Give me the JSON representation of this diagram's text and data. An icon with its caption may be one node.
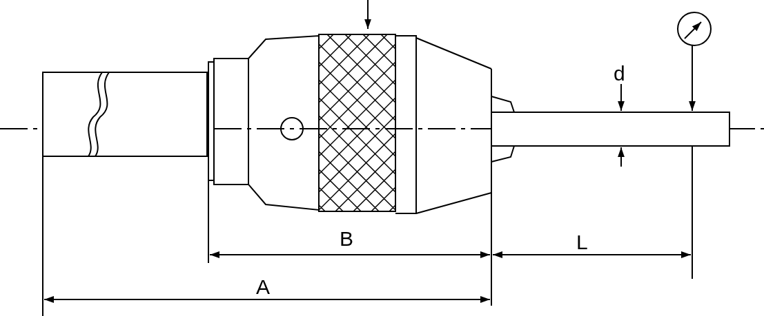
{
  "diagram": {
    "labels": [
      "d",
      "B",
      "L",
      "A"
    ]
  }
}
